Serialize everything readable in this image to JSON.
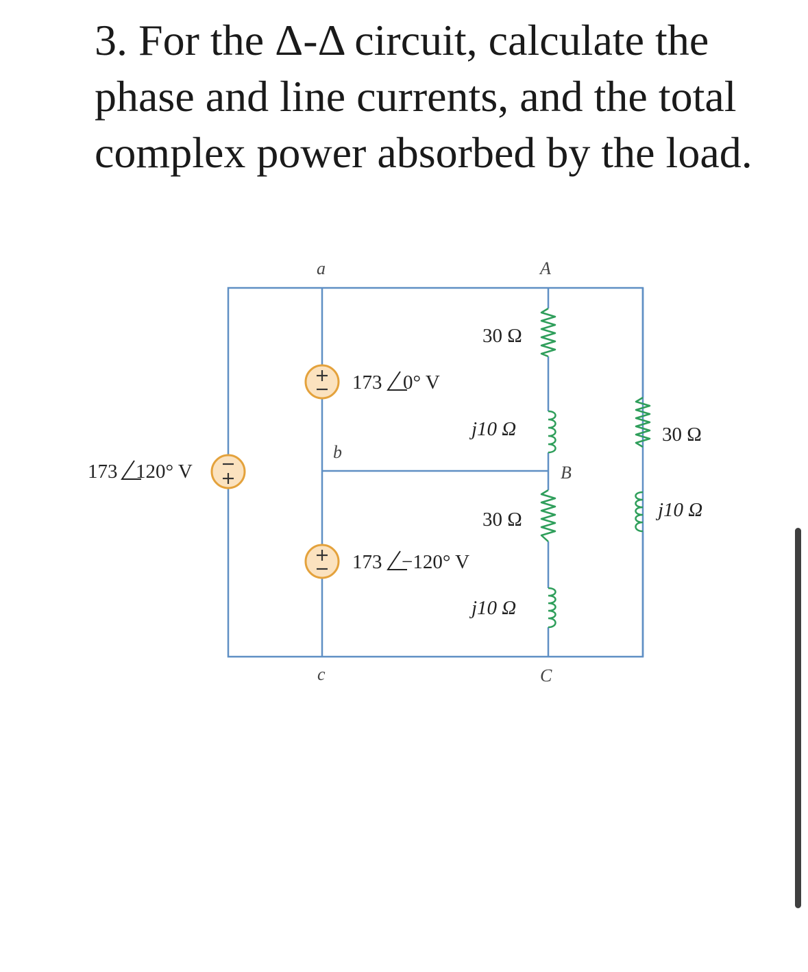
{
  "question": "3. For the Δ-Δ circuit, calculate the phase and line currents,  and the total complex power absorbed by the load.",
  "nodes": {
    "a": "a",
    "b": "b",
    "c": "c",
    "A": "A",
    "B": "B",
    "C": "C"
  },
  "sources": {
    "ab": {
      "magnitude": "173",
      "angle": "0° V"
    },
    "bc": {
      "magnitude": "173",
      "angle": "−120° V"
    },
    "ca": {
      "magnitude": "173",
      "angle": "120° V"
    }
  },
  "loads": {
    "AB_resistor": "30 Ω",
    "AB_inductor": "j10 Ω",
    "BC_resistor": "30 Ω",
    "BC_inductor": "j10 Ω",
    "CA_resistor": "30 Ω",
    "CA_inductor": "j10 Ω"
  },
  "colors": {
    "wire": "#5f8fc4",
    "resistor": "#2e9e5a",
    "source_fill": "#fbe2bf",
    "source_ring": "#e4a23c",
    "text": "#222222"
  }
}
